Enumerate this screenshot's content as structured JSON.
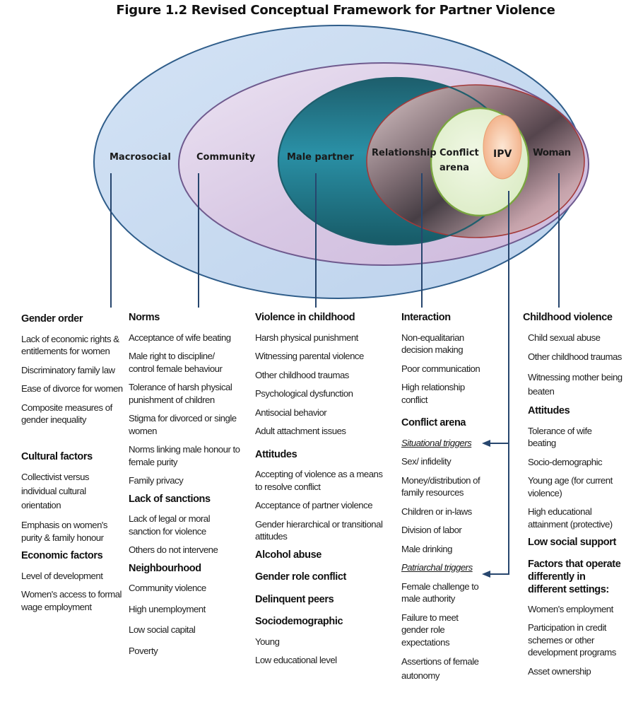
{
  "title": "Figure 1.2  Revised Conceptual Framework for Partner Violence",
  "diagram_labels": {
    "macrosocial": "Macrosocial",
    "community": "Community",
    "male_partner": "Male partner",
    "relationship": "Relationship",
    "conflict_arena_line1": "Conflict",
    "conflict_arena_line2": "arena",
    "ipv": "IPV",
    "woman": "Woman"
  },
  "colors": {
    "macrosocial_fill": "#c6d9f1",
    "macrosocial_stroke": "#2f5d8a",
    "community_fill": "#ddd0e8",
    "community_stroke": "#6f5a8e",
    "male_partner_fill": "#1f6f7f",
    "relationship_fill": "#c9a3a6",
    "relationship_stroke": "#a33a3a",
    "conflict_arena_fill": "#e4f0d2",
    "conflict_arena_stroke": "#7aa640",
    "ipv_fill": "#f8c6a0",
    "connector": "#27466e"
  },
  "columns": {
    "macrosocial": {
      "sections": [
        {
          "heading": "Gender order",
          "items": [
            "Lack of economic rights & entitlements for women",
            "Discriminatory family law",
            "Ease of divorce for women",
            "Composite measures of gender inequality"
          ]
        },
        {
          "heading": "Cultural factors",
          "items": [
            "Collectivist versus individual cultural orientation",
            "Emphasis on women's purity & family honour"
          ]
        },
        {
          "heading": "Economic factors",
          "items": [
            "Level of development",
            "Women's access to formal wage employment"
          ]
        }
      ]
    },
    "community": {
      "sections": [
        {
          "heading": "Norms",
          "items": [
            "Acceptance of wife beating",
            "Male right to discipline/ control female behaviour",
            "Tolerance of harsh physical punishment of children",
            "Stigma for divorced or single women",
            "Norms linking male honour to female purity",
            "Family privacy"
          ]
        },
        {
          "heading": "Lack of sanctions",
          "items": [
            "Lack of legal or moral sanction for violence",
            "Others do not intervene"
          ]
        },
        {
          "heading": "Neighbourhood",
          "items": [
            "Community violence",
            "High unemployment",
            "Low social capital",
            "Poverty"
          ]
        }
      ]
    },
    "male_partner": {
      "sections": [
        {
          "heading": "Violence in childhood",
          "items": [
            "Harsh physical punishment",
            "Witnessing parental violence",
            "Other childhood traumas",
            "Psychological dysfunction",
            "Antisocial behavior",
            "Adult attachment issues"
          ]
        },
        {
          "heading": "Attitudes",
          "items": [
            "Accepting of violence as a means to resolve conflict",
            "Acceptance of partner violence",
            "Gender hierarchical or transitional attitudes"
          ]
        },
        {
          "heading": "Alcohol abuse",
          "items": []
        },
        {
          "heading": "Gender role conflict",
          "items": []
        },
        {
          "heading": "Delinquent peers",
          "items": []
        },
        {
          "heading": "Sociodemographic",
          "items": [
            "Young",
            "Low educational level"
          ]
        }
      ]
    },
    "relationship": {
      "interaction": {
        "heading": "Interaction",
        "items": [
          "Non-equalitarian decision making",
          "Poor communication",
          "High relationship conflict"
        ]
      },
      "conflict_arena": {
        "heading": "Conflict arena",
        "situational": {
          "label": "Situational triggers",
          "items": [
            "Sex/ infidelity",
            "Money/distribution of family resources",
            "Children or in-laws",
            "Division of labor",
            "Male drinking"
          ]
        },
        "patriarchal": {
          "label": "Patriarchal triggers",
          "items": [
            "Female challenge to male authority",
            "Failure to meet gender role expectations",
            "Assertions of female autonomy"
          ]
        }
      }
    },
    "woman": {
      "sections": [
        {
          "heading": "Childhood violence",
          "items": [
            "Child sexual abuse",
            "Other childhood traumas",
            "Witnessing mother being beaten"
          ]
        },
        {
          "heading": "Attitudes",
          "items": [
            "Tolerance of wife beating"
          ]
        },
        {
          "heading": "",
          "items": [
            "Socio-demographic",
            "Young age (for current violence)",
            "High educational attainment (protective)"
          ]
        },
        {
          "heading": "Low social support",
          "items": []
        },
        {
          "heading": "Factors that operate differently in different settings:",
          "items": [
            "Women's employment",
            "Participation in credit schemes or other development programs",
            "Asset ownership"
          ]
        }
      ]
    }
  }
}
